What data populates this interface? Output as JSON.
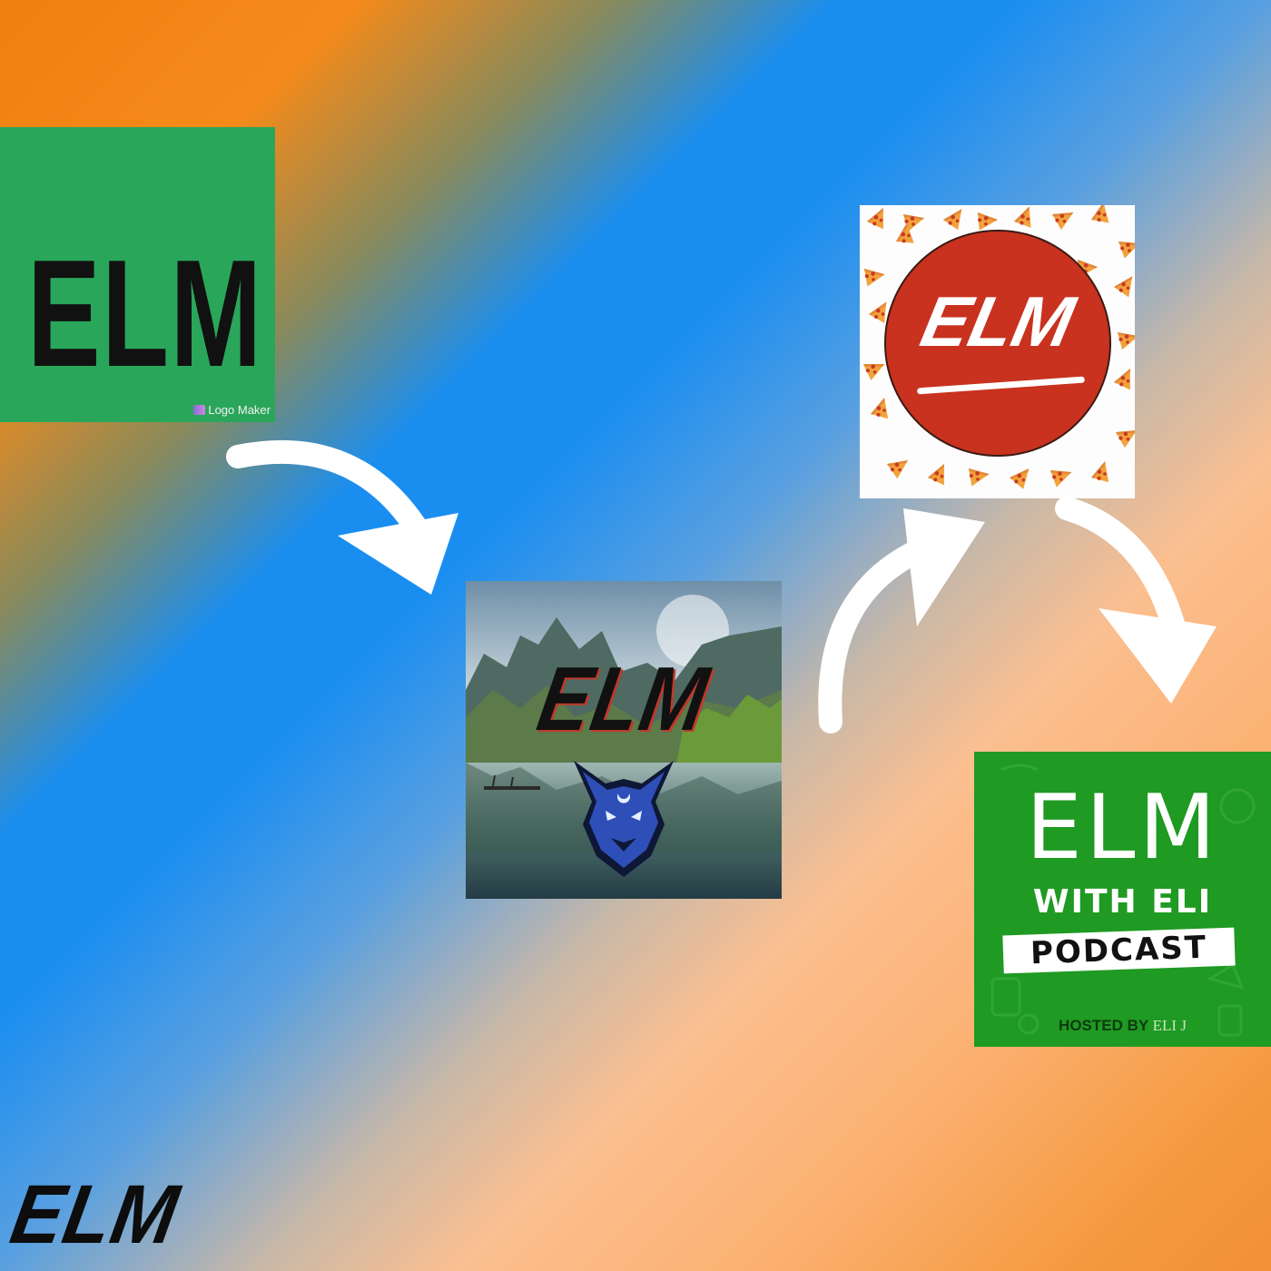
{
  "logos": [
    {
      "text": "ELM",
      "watermark": "Logo Maker"
    },
    {
      "text": "ELM"
    },
    {
      "text": "ELM"
    },
    {
      "title": "ELM",
      "subtitle_word1": "WITH",
      "subtitle_word2": "ELI",
      "badge": "PODCAST",
      "hosted_by": "HOSTED BY",
      "host": "ELI J"
    }
  ],
  "corner_brand": "ELM",
  "colors": {
    "orange": "#f08010",
    "blue": "#1a8ef0",
    "peach": "#fbbf90",
    "logo_green": "#2aa65a",
    "podcast_green": "#1f9a22",
    "circle_red": "#c8321e",
    "arrow": "#ffffff"
  },
  "icons": [
    "curved-arrow-icon",
    "wolf-icon",
    "pizza-slice-icon",
    "microphone-icon",
    "logo-maker-icon"
  ]
}
